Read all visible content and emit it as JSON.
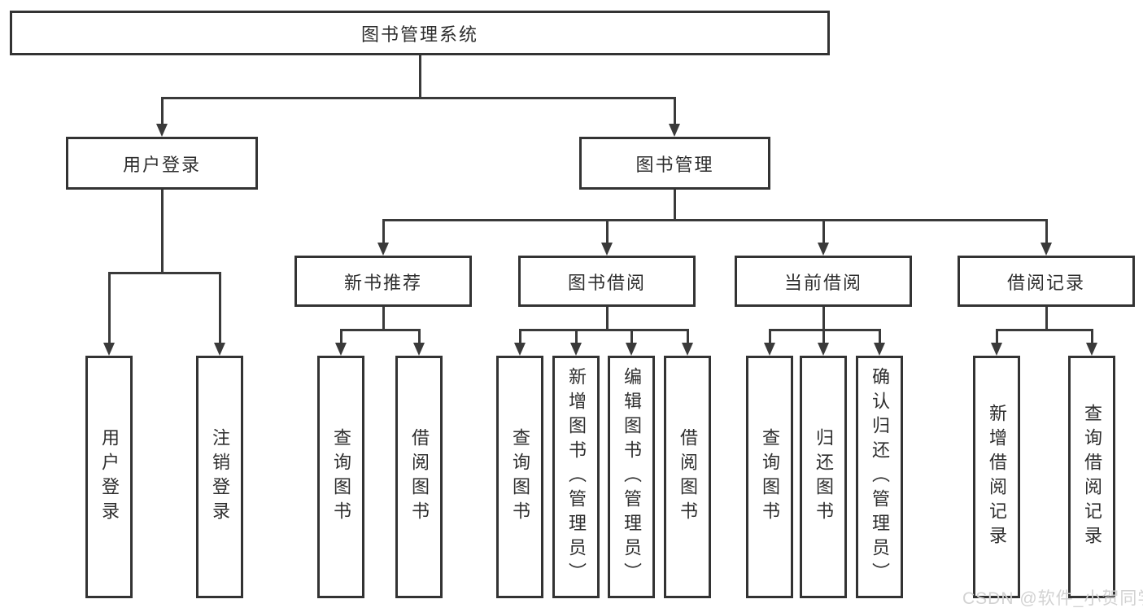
{
  "page": {
    "background": "#ffffff"
  },
  "colors": {
    "line": "#3a3a3a",
    "box_border": "#333333",
    "box_fill": "#ffffff",
    "text": "#2e2e2e",
    "watermark": "#d2d2d2"
  },
  "diagram": {
    "root": {
      "label": "图书管理系统"
    },
    "branches": [
      {
        "label": "用户登录",
        "children": [
          {
            "label": "用户登录"
          },
          {
            "label": "注销登录"
          }
        ]
      },
      {
        "label": "图书管理",
        "children": [
          {
            "label": "新书推荐",
            "children": [
              {
                "label": "查询图书"
              },
              {
                "label": "借阅图书"
              }
            ]
          },
          {
            "label": "图书借阅",
            "children": [
              {
                "label": "查询图书"
              },
              {
                "label": "新增图书（管理员）"
              },
              {
                "label": "编辑图书（管理员）"
              },
              {
                "label": "借阅图书"
              }
            ]
          },
          {
            "label": "当前借阅",
            "children": [
              {
                "label": "查询图书"
              },
              {
                "label": "归还图书"
              },
              {
                "label": "确认归还（管理员）"
              }
            ]
          },
          {
            "label": "借阅记录",
            "children": [
              {
                "label": "新增借阅记录"
              },
              {
                "label": "查询借阅记录"
              }
            ]
          }
        ]
      }
    ]
  },
  "watermark": {
    "text": "CSDN @软件_小贺同学"
  }
}
